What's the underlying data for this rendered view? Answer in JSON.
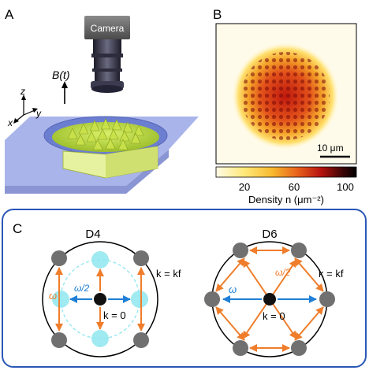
{
  "panel_a": {
    "letter": "A",
    "camera_label": "Camera",
    "field_label": "B(t)",
    "axis_x": "x",
    "axis_y": "y",
    "axis_z": "z"
  },
  "panel_b": {
    "letter": "B",
    "scalebar_label": "10 μm",
    "colorbar": {
      "ticks": [
        "20",
        "60",
        "100"
      ],
      "label": "Density n (μm⁻²)",
      "colors": [
        "#fffbe6",
        "#ffe97a",
        "#f7b92e",
        "#e8611c",
        "#b5120f",
        "#3c0505",
        "#000000"
      ]
    }
  },
  "panel_c": {
    "letter": "C",
    "d4": {
      "title": "D4",
      "omega_label": "ω",
      "half_omega_label": "ω/2",
      "k_center": "k = 0",
      "k_edge": "k = kf"
    },
    "d6": {
      "title": "D6",
      "omega_label": "ω",
      "half_omega_label": "ω/2",
      "k_center": "k = 0",
      "k_edge": "k = kf"
    },
    "colors": {
      "orange": "#ef7d2b",
      "blue": "#1f7fd6",
      "cyan": "#8fe6ef",
      "gray": "#707070",
      "frame": "#2a57b8"
    }
  }
}
